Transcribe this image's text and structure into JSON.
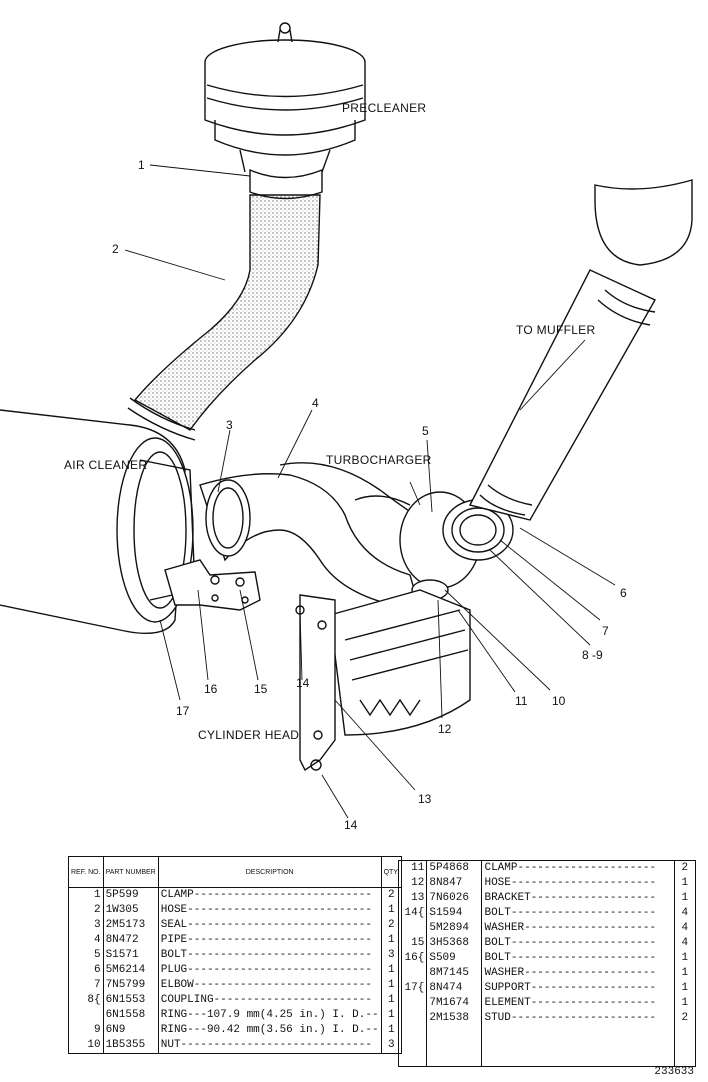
{
  "labels": {
    "precleaner": "PRECLEANER",
    "to_muffler": "TO MUFFLER",
    "turbocharger": "TURBOCHARGER",
    "air_cleaner": "AIR CLEANER",
    "cylinder_head": "CYLINDER HEAD"
  },
  "callouts": {
    "c1": "1",
    "c2": "2",
    "c3": "3",
    "c4": "4",
    "c5": "5",
    "c6": "6",
    "c7": "7",
    "c89": "8 -9",
    "c10": "10",
    "c11": "11",
    "c12": "12",
    "c13": "13",
    "c14a": "14",
    "c14b": "14",
    "c15": "15",
    "c16": "16",
    "c17": "17"
  },
  "left_table": {
    "headers": {
      "ref": "REF. NO.",
      "part": "PART NUMBER",
      "desc": "DESCRIPTION",
      "qty": "QTY."
    },
    "rows": [
      {
        "ref": "1",
        "part": "5P599",
        "desc": "CLAMP---------------------------",
        "qty": "2"
      },
      {
        "ref": "2",
        "part": "1W305",
        "desc": "HOSE----------------------------",
        "qty": "1"
      },
      {
        "ref": "3",
        "part": "2M5173",
        "desc": "SEAL----------------------------",
        "qty": "2"
      },
      {
        "ref": "4",
        "part": "8N472",
        "desc": "PIPE----------------------------",
        "qty": "1"
      },
      {
        "ref": "5",
        "part": "S1571",
        "desc": "BOLT----------------------------",
        "qty": "3"
      },
      {
        "ref": "6",
        "part": "5M6214",
        "desc": "PLUG----------------------------",
        "qty": "1"
      },
      {
        "ref": "7",
        "part": "7N5799",
        "desc": "ELBOW---------------------------",
        "qty": "1"
      },
      {
        "ref": "8{",
        "part": "6N1553",
        "desc": "COUPLING------------------------",
        "qty": "1"
      },
      {
        "ref": "",
        "part": "6N1558",
        "desc": "RING---107.9 mm(4.25 in.) I. D.--",
        "qty": "1"
      },
      {
        "ref": "9",
        "part": "6N9",
        "desc": "RING---90.42 mm(3.56 in.) I. D.--",
        "qty": "1"
      },
      {
        "ref": "10",
        "part": "1B5355",
        "desc": "NUT-----------------------------",
        "qty": "3"
      }
    ]
  },
  "right_table": {
    "rows": [
      {
        "ref": "11",
        "part": "5P4868",
        "desc": "CLAMP---------------------",
        "qty": "2"
      },
      {
        "ref": "12",
        "part": "8N847",
        "desc": "HOSE----------------------",
        "qty": "1"
      },
      {
        "ref": "13",
        "part": "7N6026",
        "desc": "BRACKET-------------------",
        "qty": "1"
      },
      {
        "ref": "14{",
        "part": "S1594",
        "desc": "BOLT----------------------",
        "qty": "4"
      },
      {
        "ref": "",
        "part": "5M2894",
        "desc": "WASHER--------------------",
        "qty": "4"
      },
      {
        "ref": "15",
        "part": "3H5368",
        "desc": "BOLT----------------------",
        "qty": "4"
      },
      {
        "ref": "16{",
        "part": "S509",
        "desc": "BOLT----------------------",
        "qty": "1"
      },
      {
        "ref": "",
        "part": "8M7145",
        "desc": "WASHER--------------------",
        "qty": "1"
      },
      {
        "ref": "17{",
        "part": "8N474",
        "desc": "SUPPORT-------------------",
        "qty": "1"
      },
      {
        "ref": "",
        "part": "7M1674",
        "desc": "ELEMENT-------------------",
        "qty": "1"
      },
      {
        "ref": "",
        "part": "2M1538",
        "desc": "STUD----------------------",
        "qty": "2"
      }
    ]
  },
  "figure_number": "233633"
}
